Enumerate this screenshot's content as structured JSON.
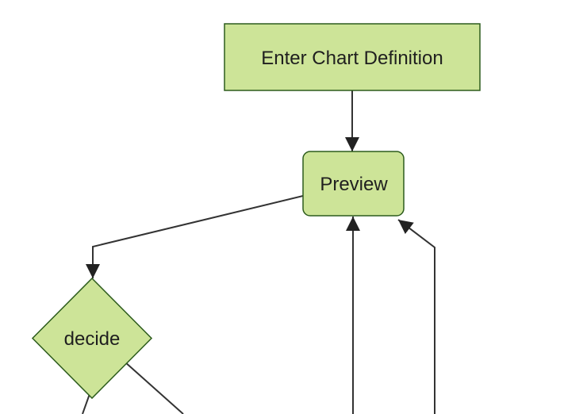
{
  "diagram": {
    "type": "flowchart",
    "direction": "top-down",
    "nodes": [
      {
        "id": "enter-chart-definition",
        "label": "Enter Chart Definition",
        "shape": "rectangle"
      },
      {
        "id": "preview",
        "label": "Preview",
        "shape": "rounded-rectangle"
      },
      {
        "id": "decide",
        "label": "decide",
        "shape": "diamond"
      }
    ],
    "edges": [
      {
        "from": "enter-chart-definition",
        "to": "preview",
        "arrowhead": true
      },
      {
        "from": "preview",
        "to": "decide",
        "arrowhead": true
      },
      {
        "from": "offscreen-bottom",
        "to": "preview",
        "arrowhead": true
      },
      {
        "from": "offscreen-bottom",
        "to": "preview-bottom-right-corner",
        "arrowhead": true
      },
      {
        "from": "decide",
        "to": "offscreen-bottom-left",
        "arrowhead": false
      },
      {
        "from": "decide",
        "to": "offscreen-bottom-right",
        "arrowhead": false
      }
    ]
  },
  "theme": {
    "background": "#ffffff",
    "node_fill": "#cde498",
    "node_border": "#2d5c1d",
    "edge_color": "#333333",
    "arrowhead_color": "#222222",
    "text_color": "#1f1f1f"
  }
}
